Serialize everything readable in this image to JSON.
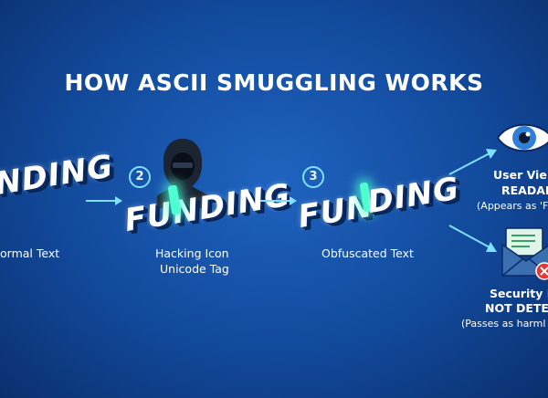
{
  "title": "HOW ASCII SMUGGLING WORKS",
  "steps": [
    {
      "number": "",
      "word": "NDING",
      "labels": [
        "ormal Text"
      ]
    },
    {
      "number": "2",
      "word": "FUNDING",
      "labels": [
        "Hacking Icon",
        "Unicode Tag"
      ]
    },
    {
      "number": "3",
      "word_left": "FUN",
      "word_right": "DING",
      "labels": [
        "Obfuscated Text"
      ]
    }
  ],
  "outcomes": {
    "top": {
      "line1": "User Vie",
      "line2": "READAB",
      "line3": "(Appears as 'FU"
    },
    "bottom": {
      "line1": "Security Fi",
      "line2": "NOT DETEC",
      "line3": "(Passes as harml"
    }
  },
  "colors": {
    "accent": "#7fe1ff",
    "glow": "#4dffd2",
    "danger": "#e53935"
  }
}
